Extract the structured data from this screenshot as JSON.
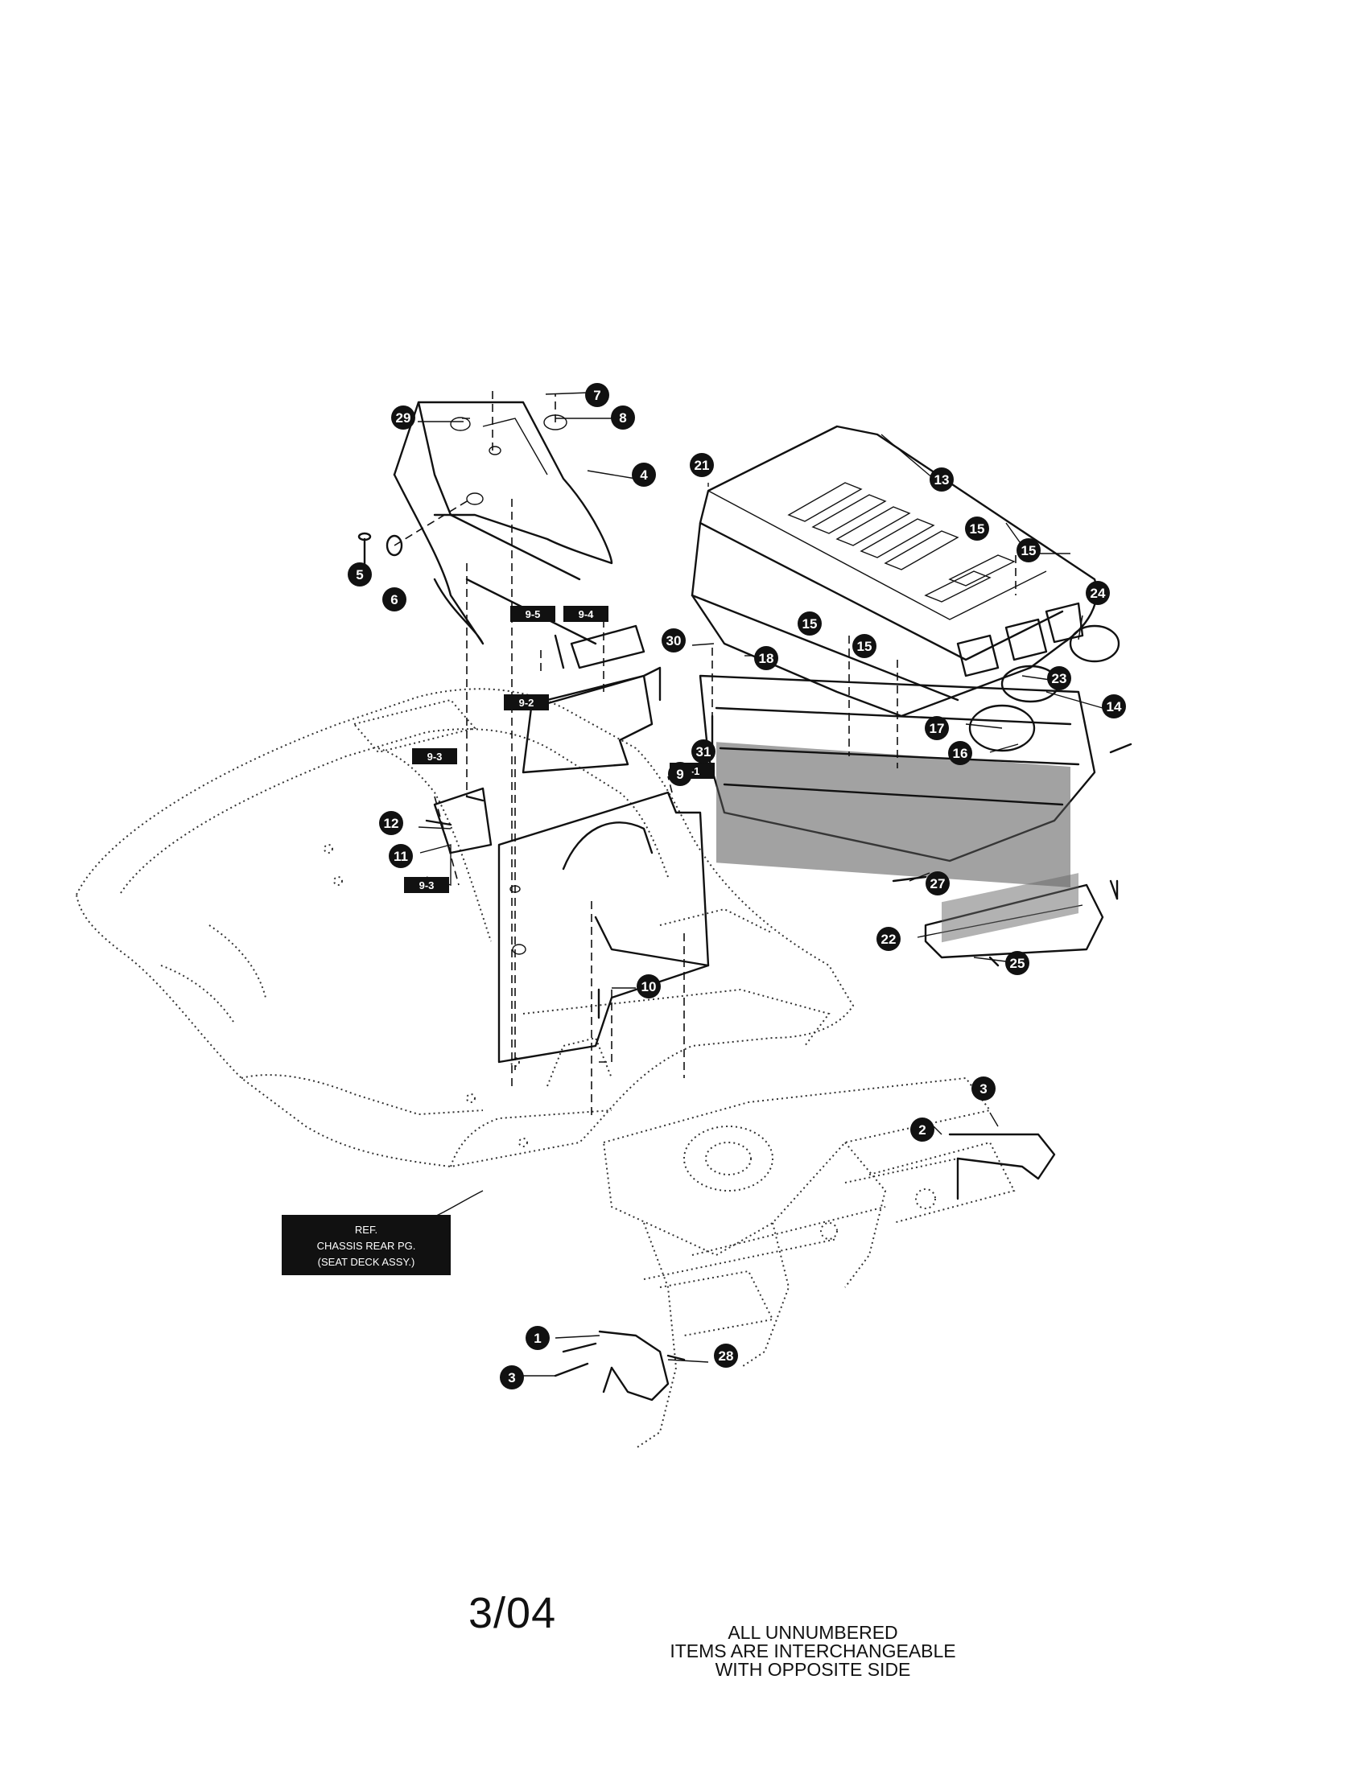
{
  "callouts": [
    {
      "label": "1"
    },
    {
      "label": "2"
    },
    {
      "label": "3"
    },
    {
      "label": "3"
    },
    {
      "label": "4"
    },
    {
      "label": "5"
    },
    {
      "label": "6"
    },
    {
      "label": "7"
    },
    {
      "label": "8"
    },
    {
      "label": "9"
    },
    {
      "label": "10"
    },
    {
      "label": "11"
    },
    {
      "label": "12"
    },
    {
      "label": "13"
    },
    {
      "label": "14"
    },
    {
      "label": "15"
    },
    {
      "label": "15"
    },
    {
      "label": "15"
    },
    {
      "label": "15"
    },
    {
      "label": "16"
    },
    {
      "label": "17"
    },
    {
      "label": "18"
    },
    {
      "label": "21"
    },
    {
      "label": "22"
    },
    {
      "label": "23"
    },
    {
      "label": "24"
    },
    {
      "label": "25"
    },
    {
      "label": "27"
    },
    {
      "label": "28"
    },
    {
      "label": "29"
    },
    {
      "label": "30"
    },
    {
      "label": "31"
    }
  ],
  "sub_labels": [
    "9-5",
    "9-4",
    "9-2",
    "9-3",
    "9-1",
    "9-3"
  ],
  "ref_box": [
    "REF.",
    "CHASSIS REAR PG.",
    "(SEAT DECK ASSY.)"
  ],
  "date": "3/04",
  "note": [
    "ALL UNNUMBERED",
    "ITEMS ARE INTERCHANGEABLE",
    "WITH OPPOSITE SIDE"
  ]
}
